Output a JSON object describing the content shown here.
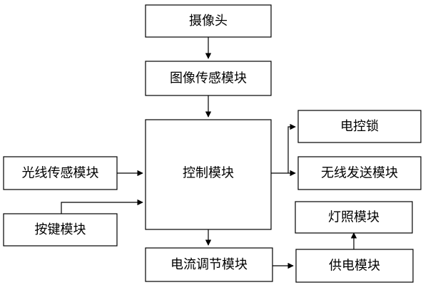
{
  "diagram": {
    "nodes": {
      "camera": "摄像头",
      "image_sensor": "图像传感模块",
      "control": "控制模块",
      "electric_lock": "电控锁",
      "wireless_tx": "无线发送模块",
      "light_sensor": "光线传感模块",
      "keypad": "按键模块",
      "lighting": "灯照模块",
      "current_reg": "电流调节模块",
      "power_supply": "供电模块"
    },
    "edges": [
      {
        "from": "camera",
        "to": "image_sensor"
      },
      {
        "from": "image_sensor",
        "to": "control"
      },
      {
        "from": "light_sensor",
        "to": "control"
      },
      {
        "from": "keypad",
        "to": "control"
      },
      {
        "from": "control",
        "to": "electric_lock"
      },
      {
        "from": "control",
        "to": "wireless_tx"
      },
      {
        "from": "control",
        "to": "current_reg"
      },
      {
        "from": "current_reg",
        "to": "power_supply"
      },
      {
        "from": "power_supply",
        "to": "lighting"
      }
    ]
  }
}
